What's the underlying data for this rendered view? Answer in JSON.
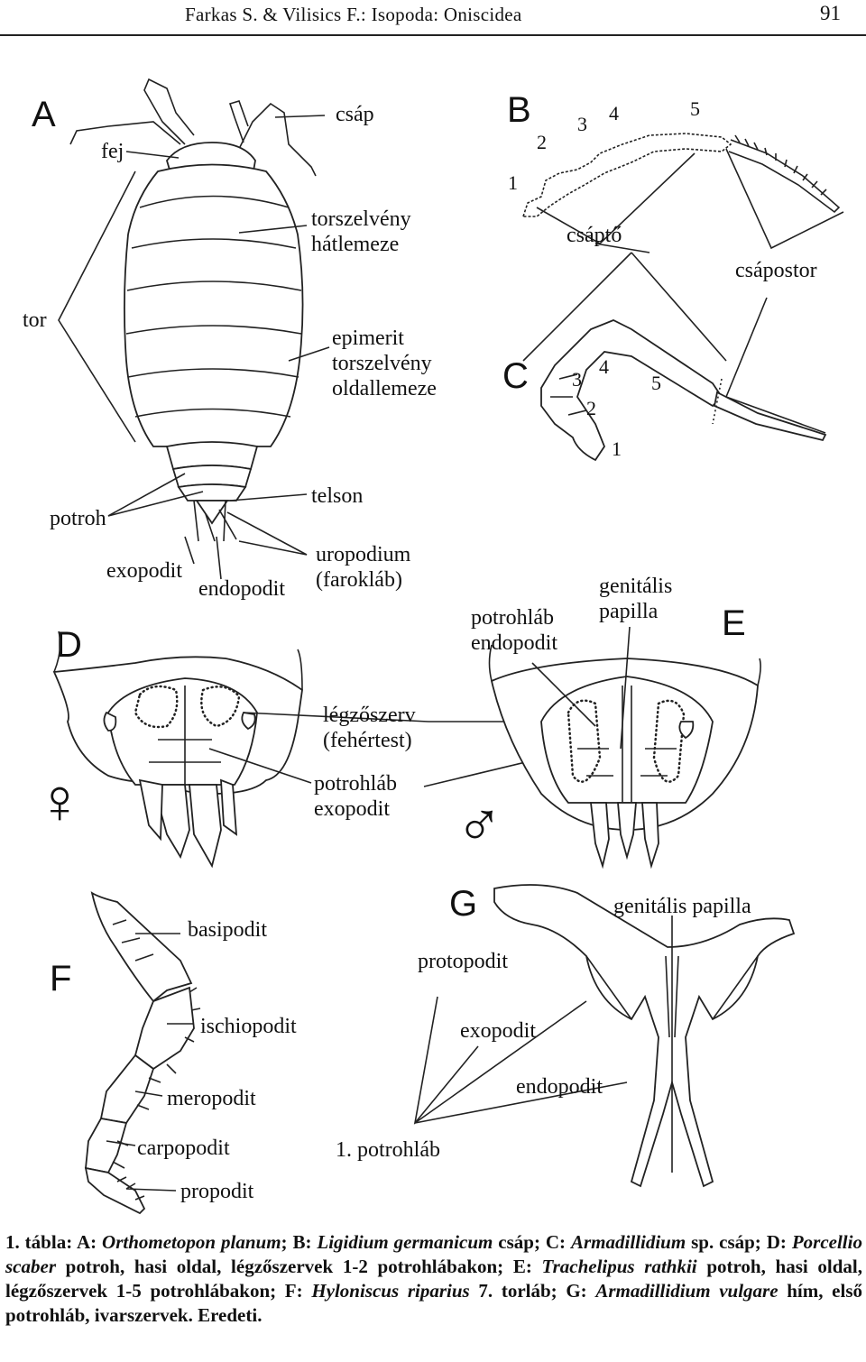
{
  "header": {
    "running_title": "Farkas S. & Vilisics F.: Isopoda: Oniscidea",
    "page_number": "91"
  },
  "panels": {
    "A": {
      "letter": "A",
      "labels": {
        "csap": "csáp",
        "fej": "fej",
        "torszelveny1": "torszelvény",
        "torszelveny2": "hátlemeze",
        "tor": "tor",
        "epimerit1": "epimerit",
        "epimerit2": "torszelvény",
        "epimerit3": "oldallemeze",
        "telson": "telson",
        "potroh": "potroh",
        "uropodium1": "uropodium",
        "uropodium2": "(farokláb)",
        "exopodit": "exopodit",
        "endopodit": "endopodit"
      }
    },
    "B": {
      "letter": "B",
      "numbers": [
        "1",
        "2",
        "3",
        "4",
        "5"
      ]
    },
    "C": {
      "letter": "C",
      "numbers": [
        "1",
        "2",
        "3",
        "4",
        "5"
      ]
    },
    "BC_labels": {
      "csapto": "csáptő",
      "csapostor": "csápostor"
    },
    "D": {
      "letter": "D",
      "sex_symbol": "♀"
    },
    "E": {
      "letter": "E",
      "sex_symbol": "♂",
      "labels": {
        "potrohlab_endopodit1": "potrohláb",
        "potrohlab_endopodit2": "endopodit",
        "genitalis1": "genitális",
        "genitalis2": "papilla"
      }
    },
    "DE_labels": {
      "legzoszerv1": "légzőszerv",
      "legzoszerv2": "(fehértest)",
      "potrohlab_exopodit1": "potrohláb",
      "potrohlab_exopodit2": "exopodit"
    },
    "F": {
      "letter": "F",
      "labels": {
        "basipodit": "basipodit",
        "ischiopodit": "ischiopodit",
        "meropodit": "meropodit",
        "carpopodit": "carpopodit",
        "propodit": "propodit"
      }
    },
    "G": {
      "letter": "G",
      "labels": {
        "genitalis_papilla": "genitális papilla",
        "protopodit": "protopodit",
        "exopodit": "exopodit",
        "endopodit": "endopodit",
        "potrohlab": "1. potrohláb"
      }
    }
  },
  "caption": {
    "p1": "1. tábla: A: ",
    "s1": "Orthometopon planum",
    "p2": "; B: ",
    "s2": "Ligidium germanicum",
    "p3": " csáp; C: ",
    "s3": "Armadillidium",
    "p4": " sp. csáp; D: ",
    "s4": "Porcellio scaber",
    "p5": " potroh, hasi oldal, légzőszervek 1-2 potrohlábakon; E: ",
    "s5": "Trachelipus rathkii",
    "p6": " potroh, hasi oldal, légzőszervek 1-5 potrohlábakon; F: ",
    "s6": "Hyloniscus riparius",
    "p7": " 7. torláb; G: ",
    "s7": "Armadillidium vulgare",
    "p8": " hím, első potrohláb, ivarszervek. Eredeti."
  }
}
